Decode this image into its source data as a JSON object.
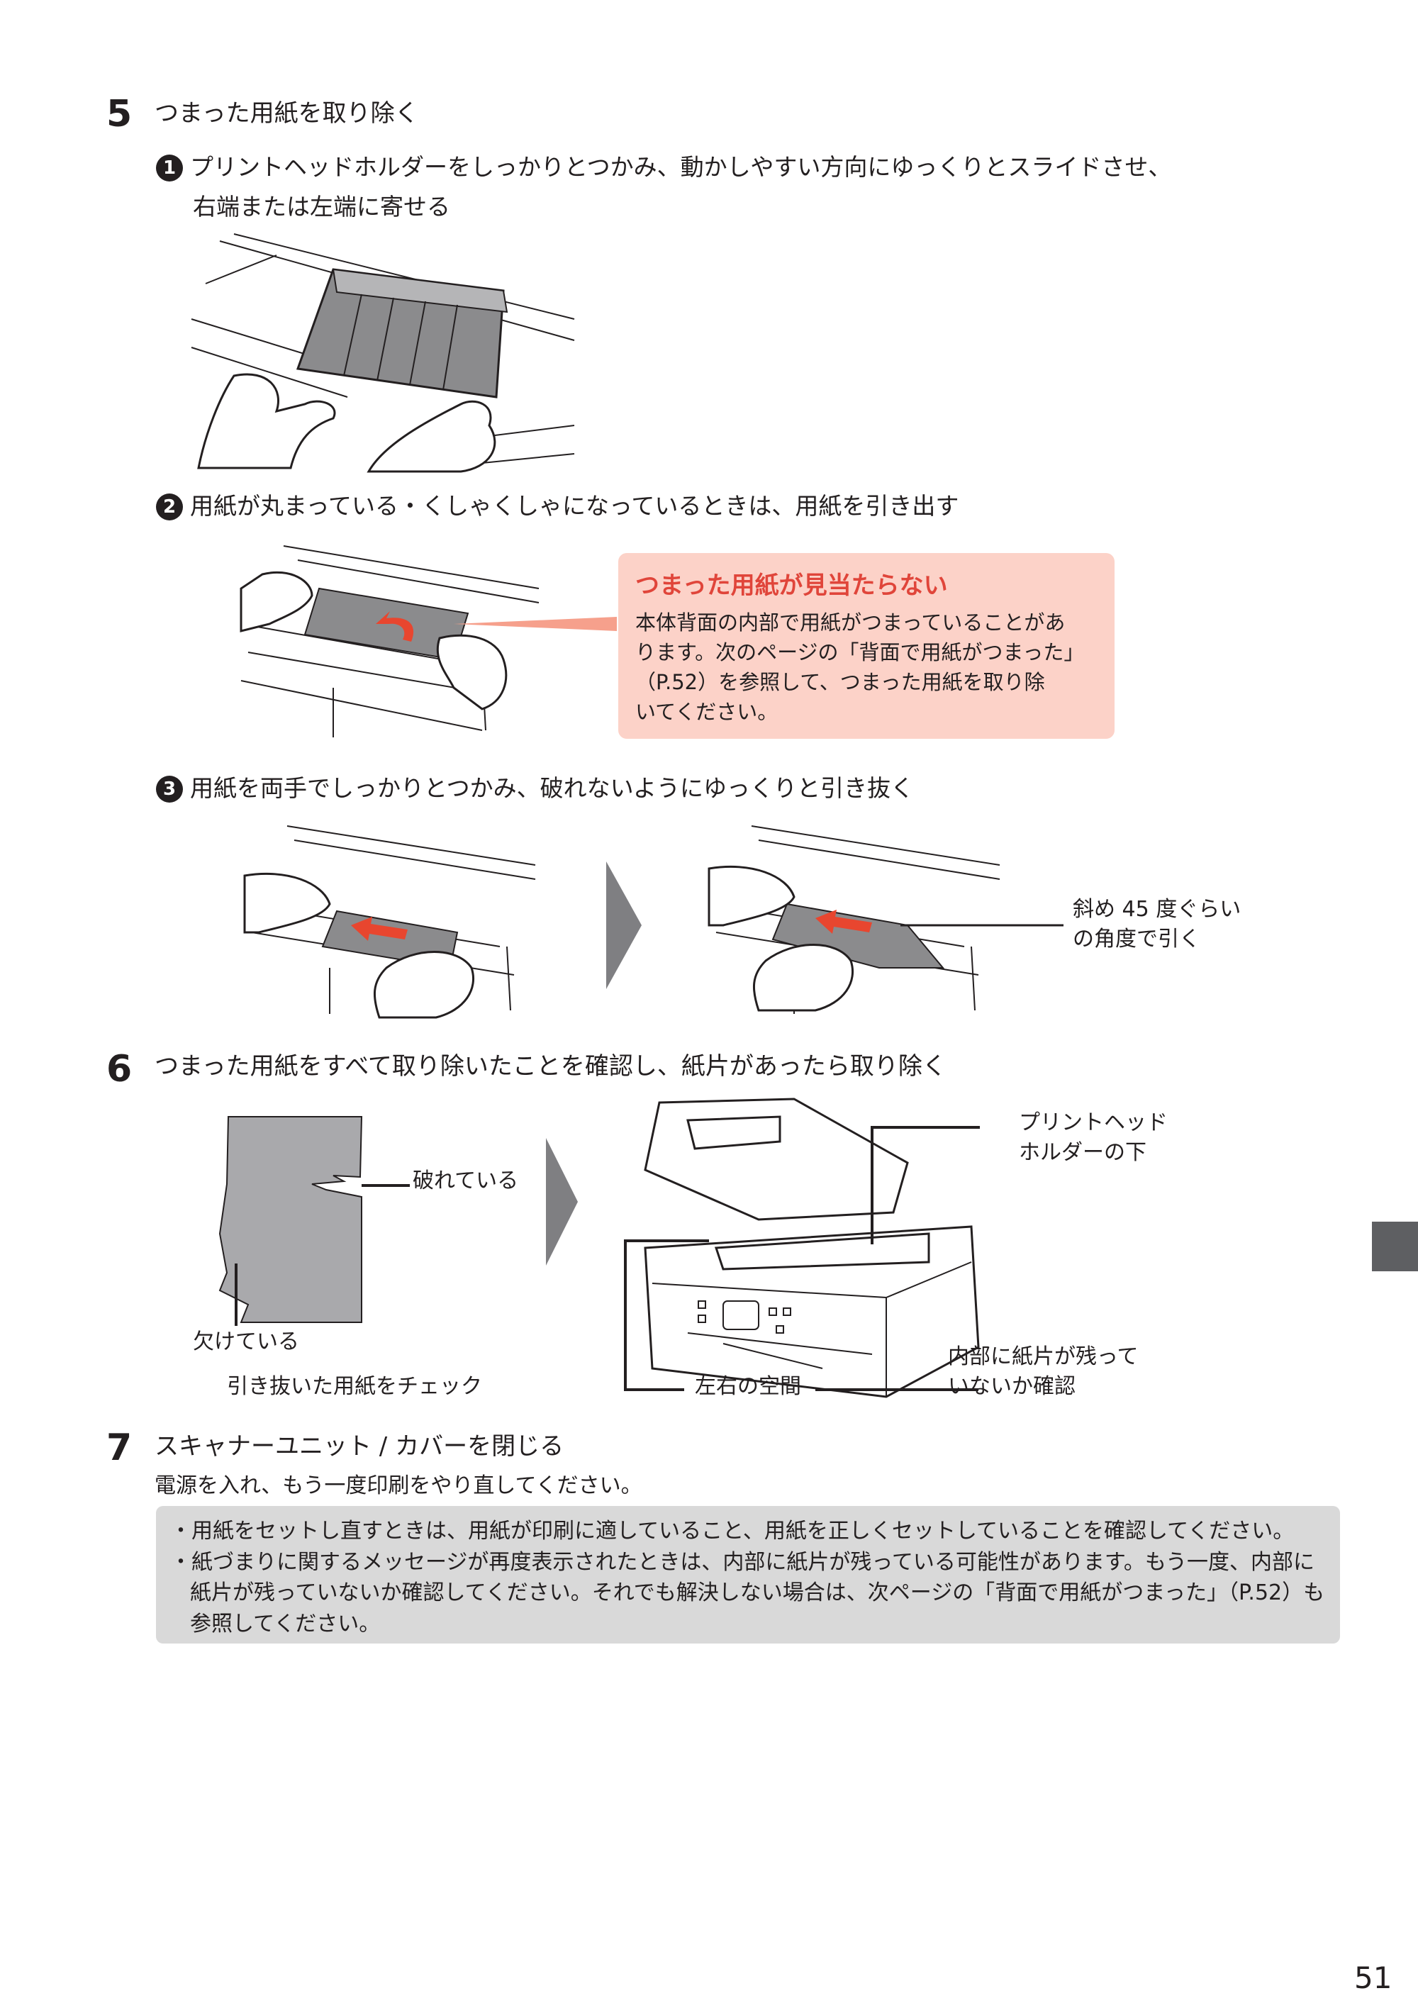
{
  "colors": {
    "accent": "#e0453a",
    "callout_bg": "#fcd2c8",
    "note_bg": "#d9d9d9",
    "tab": "#5e5f62",
    "arrow": "#e8462f"
  },
  "step5": {
    "number": "5",
    "title": "つまった用紙を取り除く",
    "sub1": {
      "badge": "1",
      "line1": "プリントヘッドホルダーをしっかりとつかみ、動かしやすい方向にゆっくりとスライドさせ、",
      "line2": "右端または左端に寄せる"
    },
    "sub2": {
      "badge": "2",
      "text": "用紙が丸まっている・くしゃくしゃになっているときは、用紙を引き出す"
    },
    "callout": {
      "title": "つまった用紙が見当たらない",
      "lines": [
        "本体背面の内部で用紙がつまっていることがあ",
        "ります。次のページの「背面で用紙がつまった」",
        "（P.52）を参照して、つまった用紙を取り除",
        "いてください。"
      ]
    },
    "sub3": {
      "badge": "3",
      "text": "用紙を両手でしっかりとつかみ、破れないようにゆっくりと引き抜く"
    },
    "angle_label": [
      "斜め 45 度ぐらい",
      "の角度で引く"
    ]
  },
  "step6": {
    "number": "6",
    "title": "つまった用紙をすべて取り除いたことを確認し、紙片があったら取り除く",
    "torn_label": "破れている",
    "missing_label": "欠けている",
    "check_caption": "引き抜いた用紙をチェック",
    "holder_label": [
      "プリントヘッド",
      "ホルダーの下"
    ],
    "space_label": "左右の空間",
    "inside_label": [
      "内部に紙片が残って",
      "いないか確認"
    ]
  },
  "step7": {
    "number": "7",
    "title": "スキャナーユニット / カバーを閉じる",
    "desc": "電源を入れ、もう一度印刷をやり直してください。",
    "notes": [
      "用紙をセットし直すときは、用紙が印刷に適していること、用紙を正しくセットしていることを確認してください。",
      "紙づまりに関するメッセージが再度表示されたときは、内部に紙片が残っている可能性があります。もう一度、内部に紙片が残っていないか確認してください。それでも解決しない場合は、次ページの「背面で用紙がつまった」（P.52）も参照してください。"
    ]
  },
  "page_number": "51"
}
